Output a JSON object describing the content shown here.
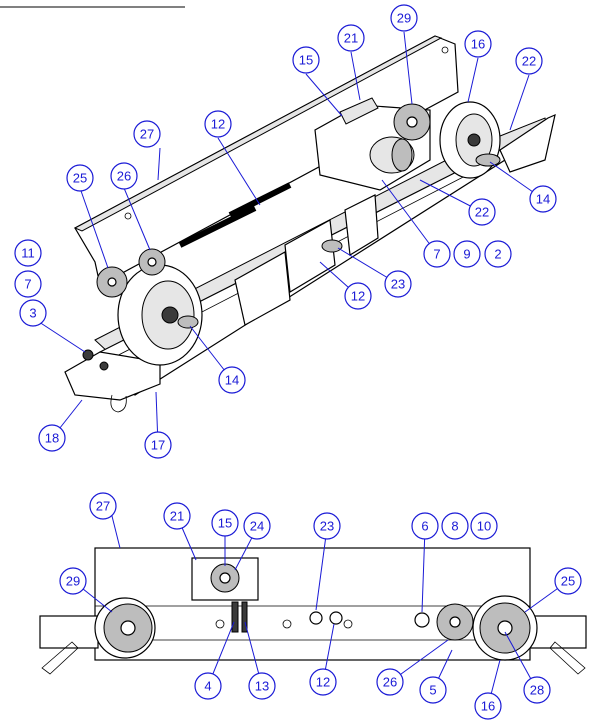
{
  "colors": {
    "callout": "#1a1ad6",
    "line": "#000000"
  },
  "isometric_view": {
    "callouts": [
      {
        "id": "iso-29",
        "label": "29"
      },
      {
        "id": "iso-21",
        "label": "21"
      },
      {
        "id": "iso-16",
        "label": "16"
      },
      {
        "id": "iso-22a",
        "label": "22"
      },
      {
        "id": "iso-15",
        "label": "15"
      },
      {
        "id": "iso-27",
        "label": "27"
      },
      {
        "id": "iso-12a",
        "label": "12"
      },
      {
        "id": "iso-25",
        "label": "25"
      },
      {
        "id": "iso-26",
        "label": "26"
      },
      {
        "id": "iso-14a",
        "label": "14"
      },
      {
        "id": "iso-22b",
        "label": "22"
      },
      {
        "id": "iso-11",
        "label": "11"
      },
      {
        "id": "iso-7a",
        "label": "7"
      },
      {
        "id": "iso-3",
        "label": "3"
      },
      {
        "id": "iso-7b",
        "label": "7"
      },
      {
        "id": "iso-9",
        "label": "9"
      },
      {
        "id": "iso-2",
        "label": "2"
      },
      {
        "id": "iso-23",
        "label": "23"
      },
      {
        "id": "iso-12b",
        "label": "12"
      },
      {
        "id": "iso-14b",
        "label": "14"
      },
      {
        "id": "iso-18",
        "label": "18"
      },
      {
        "id": "iso-17",
        "label": "17"
      }
    ]
  },
  "front_view": {
    "callouts": [
      {
        "id": "front-27",
        "label": "27"
      },
      {
        "id": "front-21",
        "label": "21"
      },
      {
        "id": "front-15",
        "label": "15"
      },
      {
        "id": "front-24",
        "label": "24"
      },
      {
        "id": "front-23",
        "label": "23"
      },
      {
        "id": "front-6",
        "label": "6"
      },
      {
        "id": "front-8",
        "label": "8"
      },
      {
        "id": "front-10",
        "label": "10"
      },
      {
        "id": "front-29",
        "label": "29"
      },
      {
        "id": "front-25",
        "label": "25"
      },
      {
        "id": "front-4",
        "label": "4"
      },
      {
        "id": "front-13",
        "label": "13"
      },
      {
        "id": "front-12",
        "label": "12"
      },
      {
        "id": "front-26",
        "label": "26"
      },
      {
        "id": "front-5",
        "label": "5"
      },
      {
        "id": "front-28",
        "label": "28"
      },
      {
        "id": "front-16",
        "label": "16"
      }
    ]
  }
}
